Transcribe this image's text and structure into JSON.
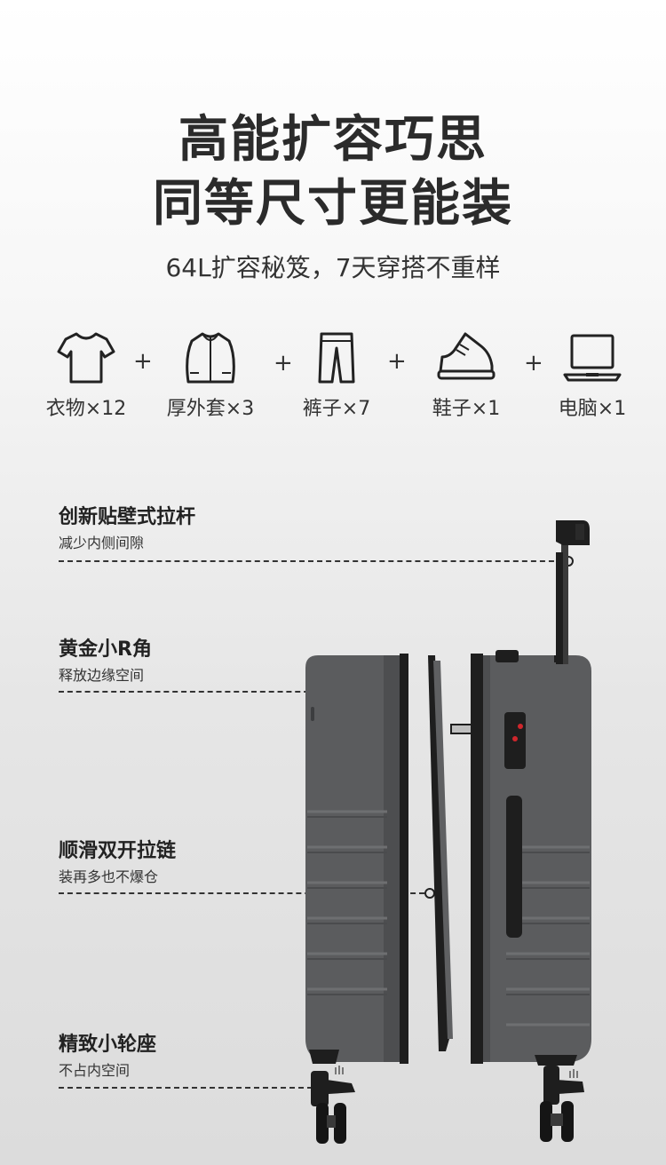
{
  "headline": {
    "line1": "高能扩容巧思",
    "line2": "同等尺寸更能装",
    "subtitle": "64L扩容秘笈，7天穿搭不重样"
  },
  "plus_sign": "+",
  "items": [
    {
      "label": "衣物×12",
      "icon": "tshirt-icon"
    },
    {
      "label": "厚外套×3",
      "icon": "jacket-icon"
    },
    {
      "label": "裤子×7",
      "icon": "pants-icon"
    },
    {
      "label": "鞋子×1",
      "icon": "shoe-icon"
    },
    {
      "label": "电脑×1",
      "icon": "laptop-icon"
    }
  ],
  "features": [
    {
      "title": "创新贴壁式拉杆",
      "desc": "减少内侧间隙"
    },
    {
      "title": "黄金小R角",
      "desc": "释放边缘空间"
    },
    {
      "title": "顺滑双开拉链",
      "desc": "装再多也不爆仓"
    },
    {
      "title": "精致小轮座",
      "desc": "不占内空间"
    }
  ],
  "colors": {
    "shell": "#5b5c5e",
    "frame": "#1e1e1e",
    "lock_accent": "#d0262c"
  }
}
